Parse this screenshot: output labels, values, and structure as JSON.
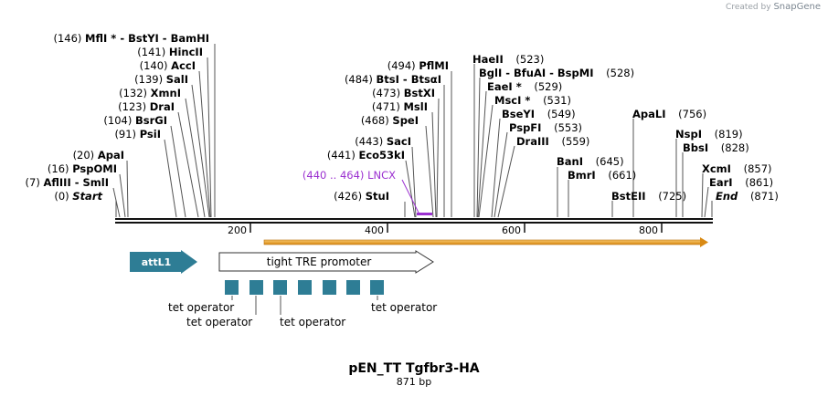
{
  "branding": {
    "created_by": "Created by",
    "app": "SnapGene"
  },
  "plasmid": {
    "name": "pEN_TT Tgfbr3-HA",
    "length_label": "871 bp"
  },
  "ruler": {
    "ticks": [
      "200",
      "400",
      "600",
      "800"
    ]
  },
  "enzymes_left": [
    {
      "pos": "(146)",
      "name": "MflI *  -  BstYI  -  BamHI"
    },
    {
      "pos": "(141)",
      "name": "HincII"
    },
    {
      "pos": "(140)",
      "name": "AccI"
    },
    {
      "pos": "(139)",
      "name": "SalI"
    },
    {
      "pos": "(132)",
      "name": "XmnI"
    },
    {
      "pos": "(123)",
      "name": "DraI"
    },
    {
      "pos": "(104)",
      "name": "BsrGI"
    },
    {
      "pos": "(91)",
      "name": "PsiI"
    },
    {
      "pos": "(20)",
      "name": "ApaI"
    },
    {
      "pos": "(16)",
      "name": "PspOMI"
    },
    {
      "pos": "(7)",
      "name": "AflIII  -  SmlI"
    },
    {
      "pos": "(0)",
      "name": "Start"
    }
  ],
  "enzymes_mid": [
    {
      "pos": "(494)",
      "name": "PflMI"
    },
    {
      "pos": "(484)",
      "name": "BtsI  -  BtsαI"
    },
    {
      "pos": "(473)",
      "name": "BstXI"
    },
    {
      "pos": "(471)",
      "name": "MslI"
    },
    {
      "pos": "(468)",
      "name": "SpeI"
    },
    {
      "pos": "(443)",
      "name": "SacI"
    },
    {
      "pos": "(441)",
      "name": "Eco53kI"
    },
    {
      "pos": "(426)",
      "name": "StuI"
    }
  ],
  "enzymes_right": [
    {
      "name": "HaeII",
      "pos": "(523)"
    },
    {
      "name": "BglI  -  BfuAI  -  BspMI",
      "pos": "(528)"
    },
    {
      "name": "EaeI *",
      "pos": "(529)"
    },
    {
      "name": "MscI *",
      "pos": "(531)"
    },
    {
      "name": "BseYI",
      "pos": "(549)"
    },
    {
      "name": "PspFI",
      "pos": "(553)"
    },
    {
      "name": "DraIII",
      "pos": "(559)"
    },
    {
      "name": "BanI",
      "pos": "(645)"
    },
    {
      "name": "BmrI",
      "pos": "(661)"
    },
    {
      "name": "ApaLI",
      "pos": "(756)"
    },
    {
      "name": "BstEII",
      "pos": "(725)"
    },
    {
      "name": "NspI",
      "pos": "(819)"
    },
    {
      "name": "BbsI",
      "pos": "(828)"
    },
    {
      "name": "XcmI",
      "pos": "(857)"
    },
    {
      "name": "EarI",
      "pos": "(861)"
    },
    {
      "name": "End",
      "pos": "(871)"
    }
  ],
  "primer": {
    "range": "(440 .. 464)",
    "name": "LNCX",
    "color": "#9b30d0"
  },
  "features": {
    "attL1": "attL1",
    "promoter": "tight TRE promoter",
    "operators": [
      "tet operator",
      "tet operator",
      "tet operator",
      "tet operator"
    ]
  },
  "colors": {
    "feature": "#2e7d95",
    "orf": "#f2a93b",
    "primer": "#9b30d0"
  }
}
